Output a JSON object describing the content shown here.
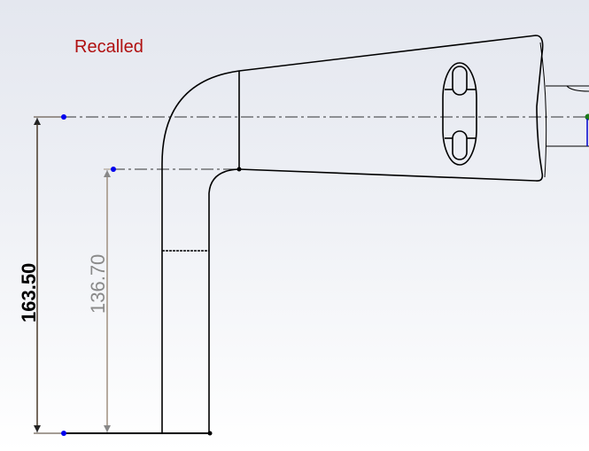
{
  "viewport": {
    "status_label": "Recalled"
  },
  "dimensions": [
    {
      "value": "163.50",
      "color": "#000000",
      "line_color": "#4a3a2a"
    },
    {
      "value": "136.70",
      "color": "#8a8a8a",
      "line_color": "#a09080"
    }
  ],
  "colors": {
    "geometry": "#000000",
    "point": "#0000ee",
    "origin": "#1a7a1a"
  }
}
